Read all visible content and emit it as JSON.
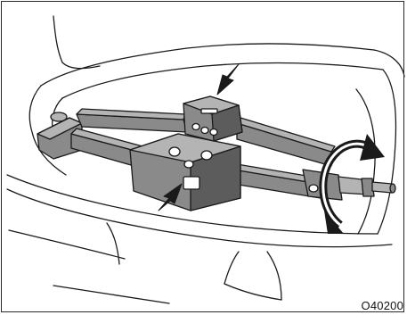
{
  "figure": {
    "code": "O40200",
    "colors": {
      "line": "#1a1a1a",
      "jack_fill": "#8a8a8a",
      "jack_dark": "#5c5c5c",
      "jack_light": "#b4b4b4",
      "paper": "#ffffff"
    },
    "parts": [
      "vehicle-body-outline",
      "floor-panel",
      "scissor-jack",
      "jack-saddle",
      "crank-screw",
      "down-arrow",
      "up-arrow",
      "rotation-arrow"
    ]
  }
}
